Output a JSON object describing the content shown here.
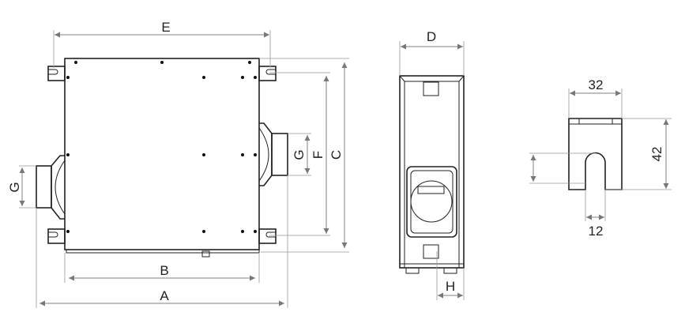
{
  "diagram": {
    "front_view": {
      "labels": {
        "A": "A",
        "B": "B",
        "C": "C",
        "E": "E",
        "F": "F",
        "G_left": "G",
        "G_right": "G"
      }
    },
    "side_view": {
      "labels": {
        "D": "D",
        "H": "H"
      }
    },
    "bracket_detail": {
      "width": "32",
      "height": "42",
      "slot_width": "12"
    },
    "colors": {
      "outline": "#222222",
      "dimension": "#808080"
    }
  }
}
